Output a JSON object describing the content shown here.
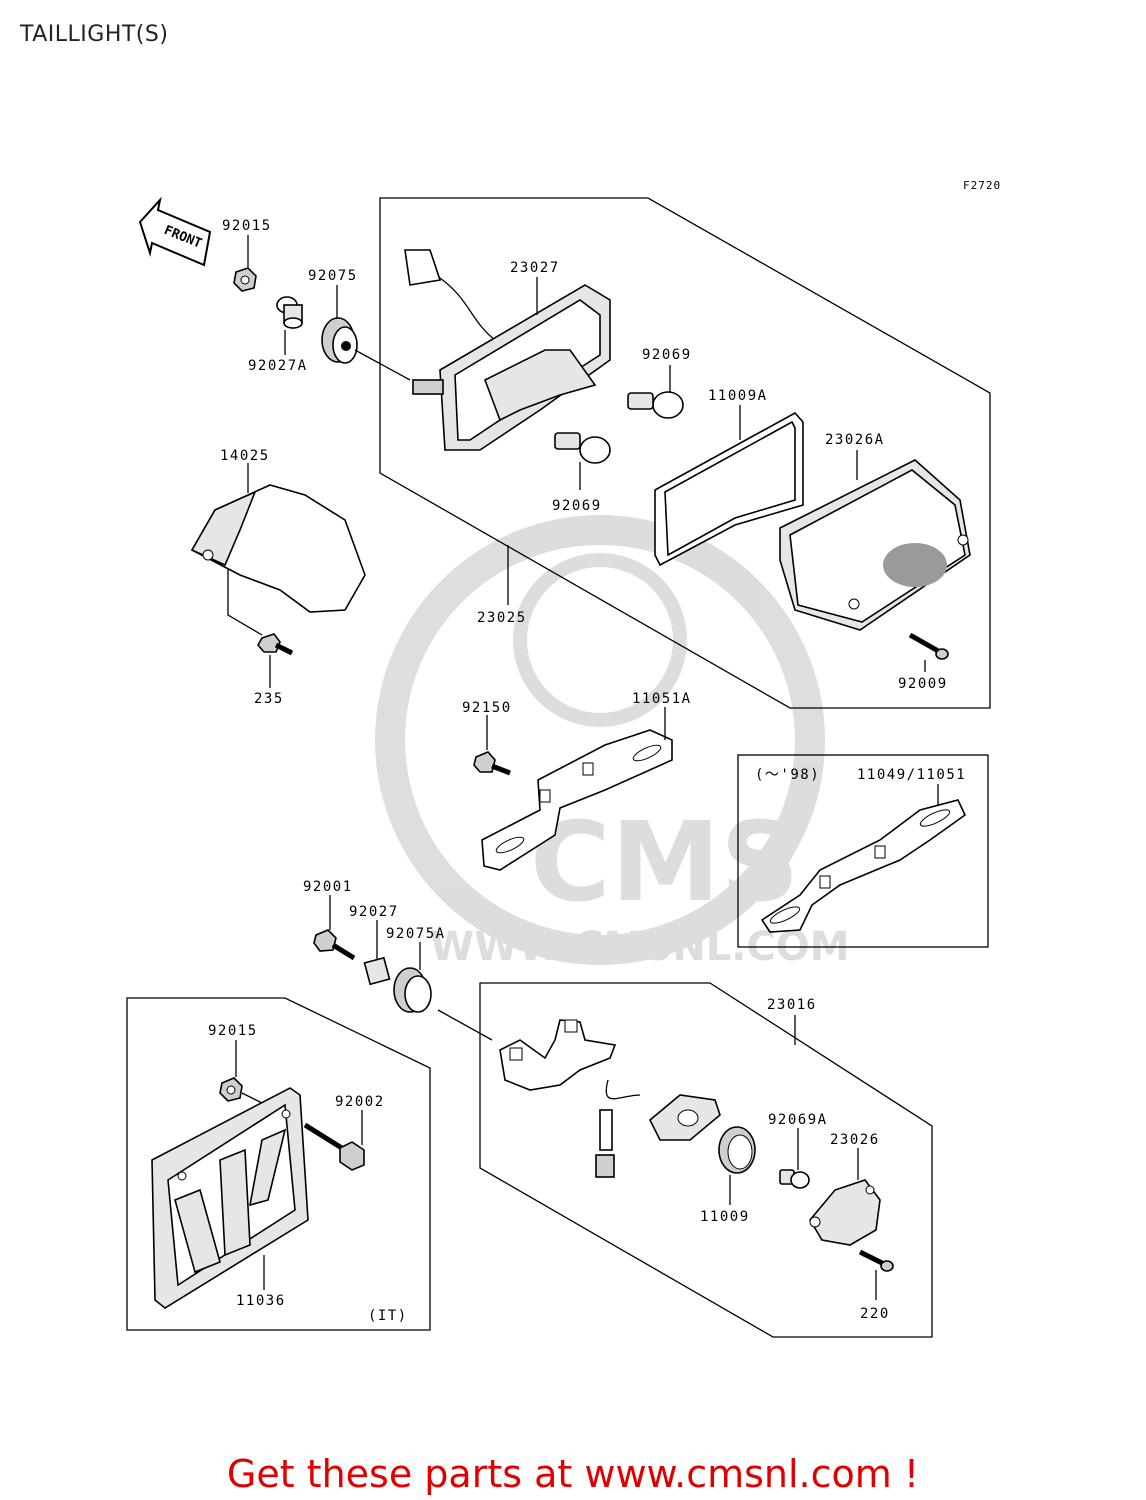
{
  "page": {
    "title": "TAILLIGHT(S)",
    "figure_code": "F2720"
  },
  "front_arrow": {
    "text": "FRONT"
  },
  "callouts": {
    "c92015a": "92015",
    "c92075": "92075",
    "c92027A": "92027A",
    "c23027": "23027",
    "c92069a": "92069",
    "c92069b": "92069",
    "c11009A": "11009A",
    "c23026A": "23026A",
    "c14025": "14025",
    "c23025": "23025",
    "c92009": "92009",
    "c235": "235",
    "c92150": "92150",
    "c11051A": "11051A",
    "c98": "(～'98)",
    "c11049": "11049/11051",
    "c92001": "92001",
    "c92027": "92027",
    "c92075A": "92075A",
    "c23016": "23016",
    "c92015b": "92015",
    "c92002": "92002",
    "c92069A": "92069A",
    "c23026": "23026",
    "c11009": "11009",
    "c11036": "11036",
    "cIT": "(IT)",
    "c220": "220"
  },
  "watermark": {
    "brand": "CMS",
    "url": "WWW.CMSNL.COM"
  },
  "footer": {
    "text": "Get these parts at www.cmsnl.com !",
    "color": "#e00000"
  }
}
